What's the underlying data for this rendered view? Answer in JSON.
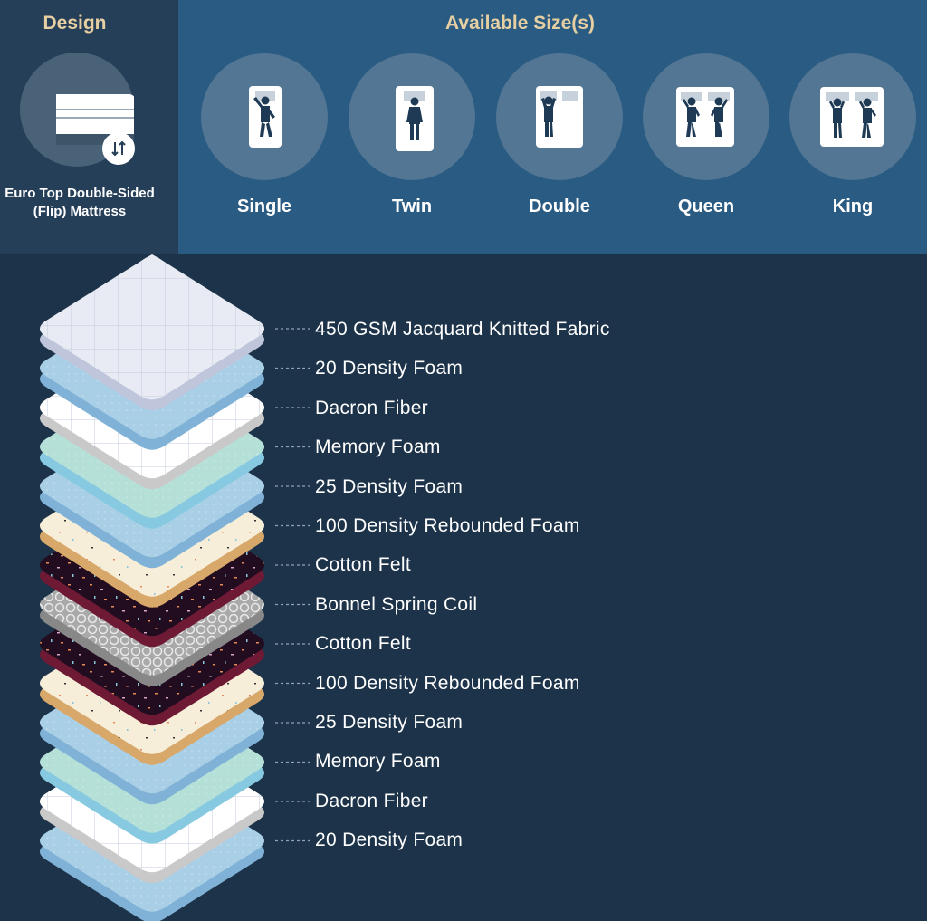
{
  "design": {
    "title": "Design",
    "label_line1": "Euro Top Double-Sided",
    "label_line2": "(Flip) Mattress",
    "image_icon": "mattress-icon",
    "badge_icon": "flip-icon"
  },
  "sizes": {
    "title": "Available Size(s)",
    "items": [
      {
        "label": "Single",
        "icon": "single-bed-icon"
      },
      {
        "label": "Twin",
        "icon": "twin-bed-icon"
      },
      {
        "label": "Double",
        "icon": "double-bed-icon"
      },
      {
        "label": "Queen",
        "icon": "queen-bed-icon"
      },
      {
        "label": "King",
        "icon": "king-bed-icon"
      }
    ]
  },
  "layers": [
    "450 GSM Jacquard Knitted Fabric",
    "20 Density Foam",
    "Dacron Fiber",
    "Memory Foam",
    "25 Density Foam",
    "100 Density Rebounded Foam",
    "Cotton Felt",
    "Bonnel Spring Coil",
    "Cotton Felt",
    "100 Density Rebounded Foam",
    "25 Density Foam",
    "Memory Foam",
    "Dacron Fiber",
    "20 Density Foam"
  ],
  "colors": {
    "background": "#1c3349",
    "design_panel": "#263f58",
    "sizes_panel": "#2a5b83",
    "title_gold": "#e6cfa2"
  }
}
